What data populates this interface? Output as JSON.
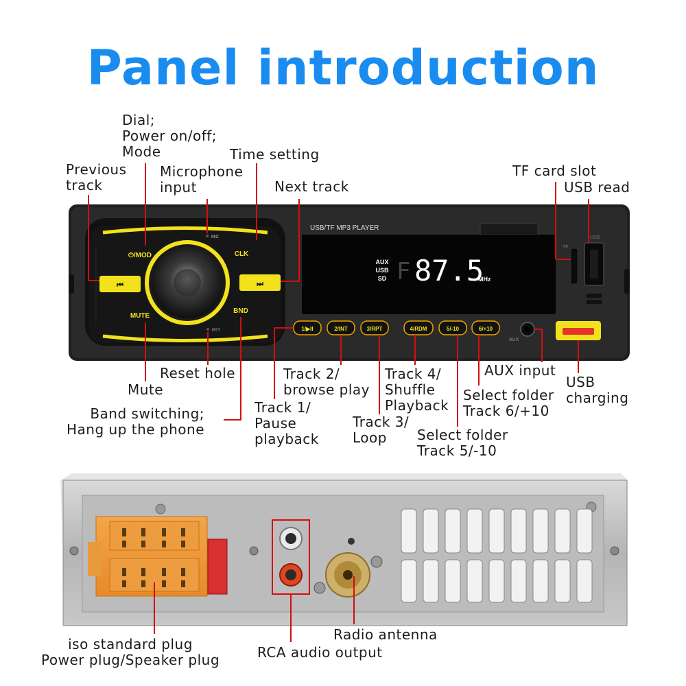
{
  "title": "Panel introduction",
  "colors": {
    "title": "#1a8cf0",
    "accent": "#f2e21c",
    "callout": "#d10f0f",
    "lcd_text": "#ffffff"
  },
  "front_panel": {
    "model_text": "USB/TF MP3 PLAYER",
    "knob_labels": {
      "mod": "⏻/MOD",
      "clk": "CLK",
      "mute": "MUTE",
      "bnd": "BND",
      "mic": "MIC",
      "rst": "RST",
      "aux": "AUX",
      "usb": "USB",
      "tf": "TF"
    },
    "display": {
      "sources": [
        "AUX",
        "USB",
        "SD"
      ],
      "band": "F",
      "frequency": "87.5",
      "unit": "MHz"
    },
    "preset_buttons": [
      "1/▶II",
      "2/INT",
      "3/RPT",
      "4/RDM",
      "5/-10",
      "6/+10"
    ]
  },
  "labels": {
    "dial": "Dial;\nPower on/off;\nMode",
    "time_setting": "Time setting",
    "previous_track": "Previous\ntrack",
    "microphone_input": "Microphone\ninput",
    "next_track": "Next track",
    "tf_card_slot": "TF card slot",
    "usb_read": "USB read",
    "reset_hole": "Reset hole",
    "mute": "Mute",
    "band_switching": "Band switching;\nHang up the phone",
    "track2": "Track 2/\nbrowse play",
    "track1": "Track 1/\nPause\nplayback",
    "track4": "Track 4/\nShuffle\nPlayback",
    "track3": "Track 3/\nLoop",
    "aux_input": "AUX input",
    "usb_charging": "USB\ncharging",
    "folder_plus": "Select folder\nTrack 6/+10",
    "folder_minus": "Select folder\nTrack 5/-10",
    "iso_plug": "iso standard plug\nPower plug/Speaker plug",
    "rca_output": "RCA audio output",
    "radio_antenna": "Radio antenna"
  }
}
